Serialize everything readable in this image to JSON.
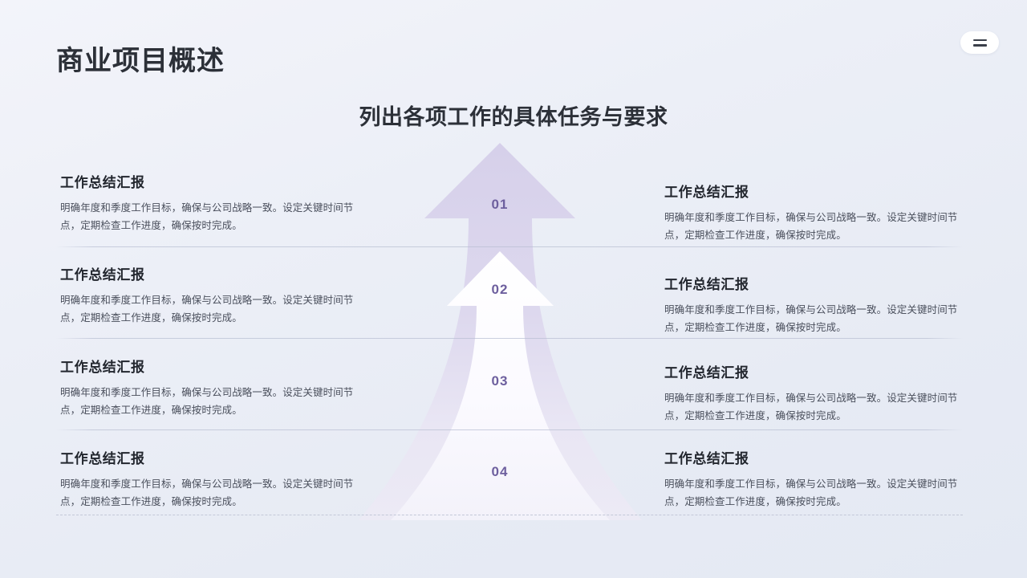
{
  "header": {
    "title": "商业项目概述",
    "menu_icon": "hamburger-icon"
  },
  "subtitle": "列出各项工作的具体任务与要求",
  "colors": {
    "title_text": "#2c3038",
    "body_text": "#4a4f5c",
    "step_number": "#6d5f9e",
    "arrow_outer": "#d8d2ea",
    "arrow_inner": "#ffffff",
    "divider": "#bac0d4",
    "background_top": "#f3f4fa",
    "background_bottom": "#e4e9f3"
  },
  "steps": [
    {
      "number": "01"
    },
    {
      "number": "02"
    },
    {
      "number": "03"
    },
    {
      "number": "04"
    }
  ],
  "rows": [
    {
      "left": {
        "title": "工作总结汇报",
        "body": "明确年度和季度工作目标，确保与公司战略一致。设定关键时间节点，定期检查工作进度，确保按时完成。"
      },
      "right": {
        "title": "工作总结汇报",
        "body": "明确年度和季度工作目标，确保与公司战略一致。设定关键时间节点，定期检查工作进度，确保按时完成。"
      }
    },
    {
      "left": {
        "title": "工作总结汇报",
        "body": "明确年度和季度工作目标，确保与公司战略一致。设定关键时间节点，定期检查工作进度，确保按时完成。"
      },
      "right": {
        "title": "工作总结汇报",
        "body": "明确年度和季度工作目标，确保与公司战略一致。设定关键时间节点，定期检查工作进度，确保按时完成。"
      }
    },
    {
      "left": {
        "title": "工作总结汇报",
        "body": "明确年度和季度工作目标，确保与公司战略一致。设定关键时间节点，定期检查工作进度，确保按时完成。"
      },
      "right": {
        "title": "工作总结汇报",
        "body": "明确年度和季度工作目标，确保与公司战略一致。设定关键时间节点，定期检查工作进度，确保按时完成。"
      }
    },
    {
      "left": {
        "title": "工作总结汇报",
        "body": "明确年度和季度工作目标，确保与公司战略一致。设定关键时间节点，定期检查工作进度，确保按时完成。"
      },
      "right": {
        "title": "工作总结汇报",
        "body": "明确年度和季度工作目标，确保与公司战略一致。设定关键时间节点，定期检查工作进度，确保按时完成。"
      }
    }
  ]
}
